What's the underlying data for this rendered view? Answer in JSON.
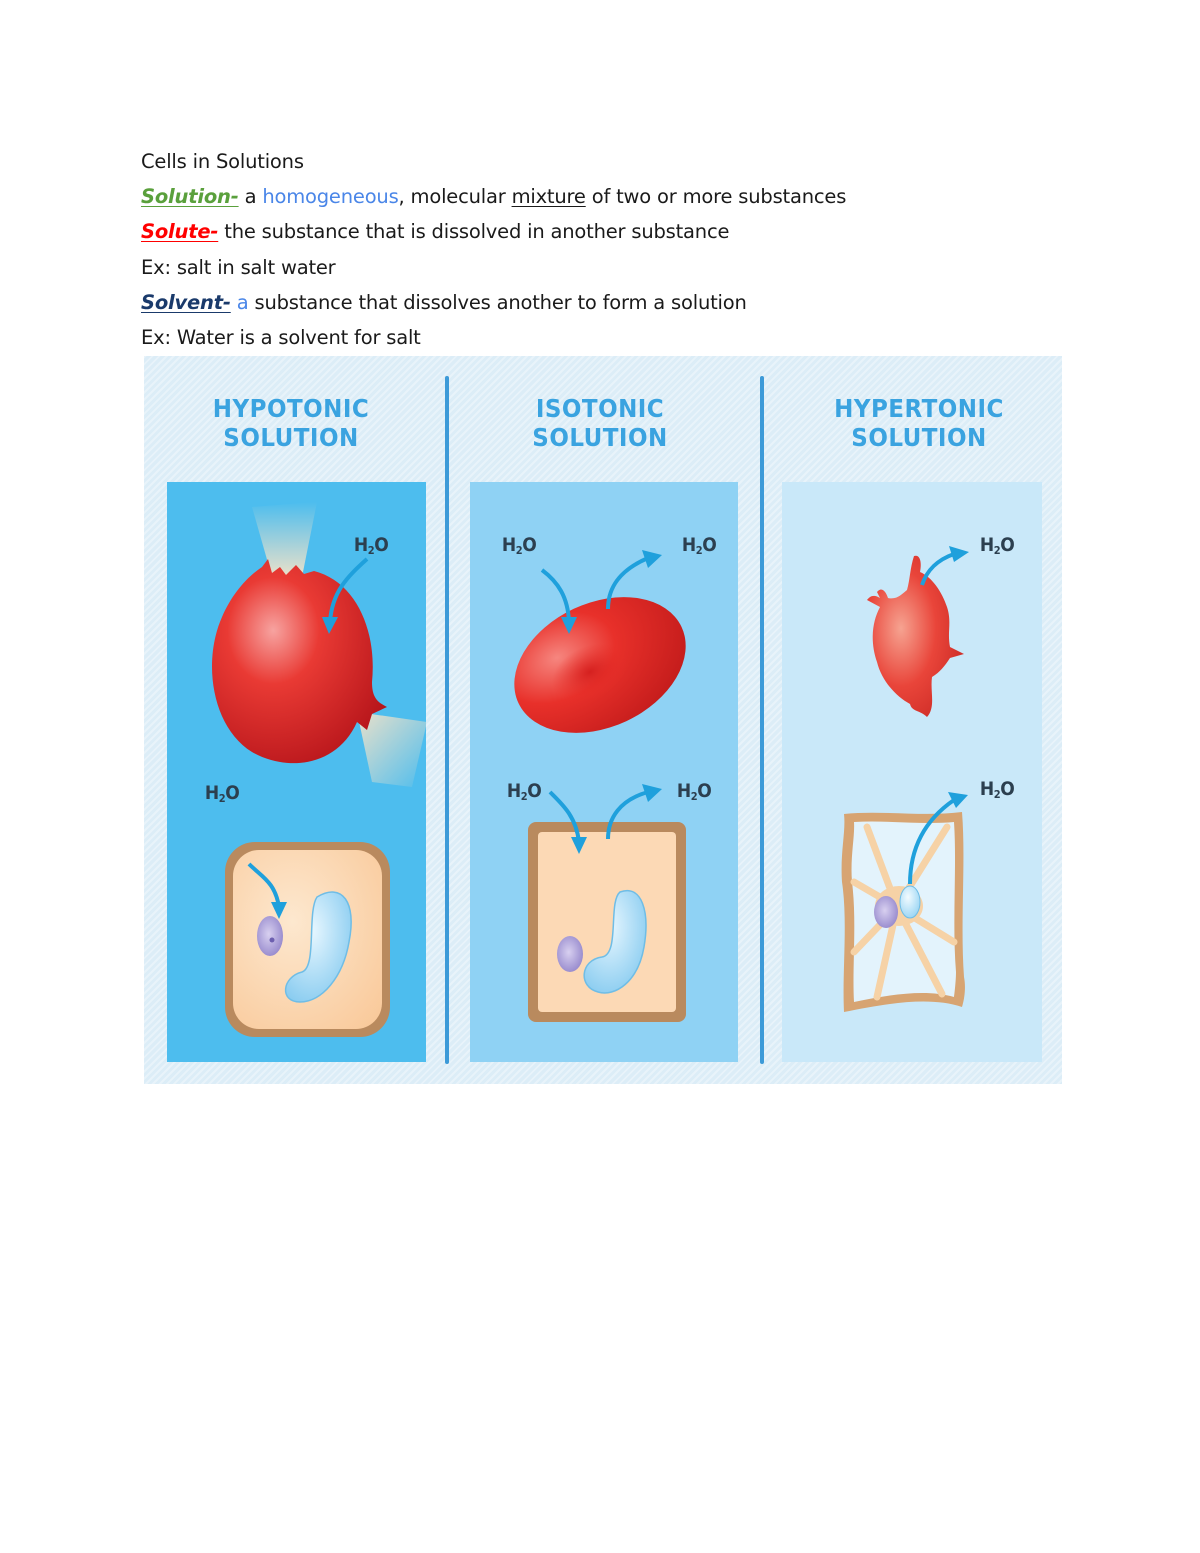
{
  "document": {
    "title": "Cells in Solutions",
    "definitions": [
      {
        "term": "Solution-",
        "term_color": "#5aa03c",
        "parts": [
          " a ",
          "homogeneous",
          ", molecular ",
          "mixture",
          " of two or more substances"
        ]
      },
      {
        "term": "Solute-",
        "term_color": "#ff0000",
        "parts": [
          " the substance that is dissolved in another substance"
        ]
      },
      {
        "example": "Ex: salt in salt water"
      },
      {
        "term": "Solvent-",
        "term_color": "#1a3a6b",
        "parts": [
          " ",
          "a",
          " substance that dissolves another to form a solution"
        ]
      },
      {
        "example": "Ex: Water is a solvent for salt"
      }
    ]
  },
  "figure": {
    "panels": [
      {
        "heading_line1": "HYPOTONIC",
        "heading_line2": "SOLUTION",
        "bg": "#4dbdee",
        "animal_cell": {
          "state": "swollen / bursting",
          "water_label": "H2O",
          "flow": "in"
        },
        "plant_cell": {
          "state": "turgid",
          "water_label": "H2O",
          "flow": "in"
        }
      },
      {
        "heading_line1": "ISOTONIC",
        "heading_line2": "SOLUTION",
        "bg": "#8fd2f4",
        "animal_cell": {
          "state": "normal",
          "water_labels": [
            "H2O",
            "H2O"
          ],
          "flow": "in and out"
        },
        "plant_cell": {
          "state": "flaccid",
          "water_labels": [
            "H2O",
            "H2O"
          ],
          "flow": "in and out"
        }
      },
      {
        "heading_line1": "HYPERTONIC",
        "heading_line2": "SOLUTION",
        "bg": "#c9e8f9",
        "animal_cell": {
          "state": "shriveled",
          "water_label": "H2O",
          "flow": "out"
        },
        "plant_cell": {
          "state": "plasmolyzed",
          "water_label": "H2O",
          "flow": "out"
        }
      }
    ],
    "colors": {
      "heading": "#3aa3e0",
      "arrow": "#1fa0dc",
      "cell_red": "#e8302a",
      "cell_wall": "#b98a5e",
      "cytoplasm": "#fbd7b0"
    }
  },
  "labels": {
    "h2o_main": "H",
    "h2o_sub": "2",
    "h2o_end": "O"
  }
}
